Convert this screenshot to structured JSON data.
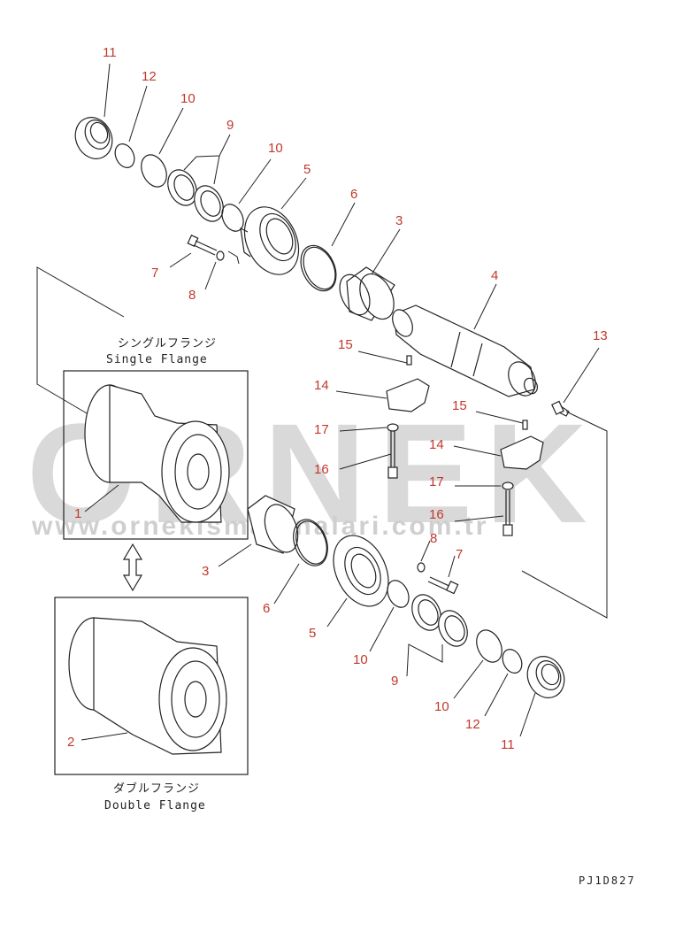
{
  "watermark": {
    "brand": "ORNEK",
    "url": "www.ornekismakinalari.com.tr"
  },
  "insets": {
    "single": {
      "label_jp": "シングルフランジ",
      "label_en": "Single Flange"
    },
    "double": {
      "label_jp": "ダブルフランジ",
      "label_en": "Double Flange"
    }
  },
  "drawing_code": "PJ1D827",
  "callouts": {
    "c11a": "11",
    "c12a": "12",
    "c10a": "10",
    "c9a": "9",
    "c10b": "10",
    "c5a": "5",
    "c6a": "6",
    "c3a": "3",
    "c7a": "7",
    "c8a": "8",
    "c4": "4",
    "c13": "13",
    "c15a": "15",
    "c14a": "14",
    "c17a": "17",
    "c16a": "16",
    "c15b": "15",
    "c14b": "14",
    "c17b": "17",
    "c16b": "16",
    "c1": "1",
    "c3b": "3",
    "c6b": "6",
    "c8b": "8",
    "c7b": "7",
    "c5b": "5",
    "c10c": "10",
    "c9b": "9",
    "c10d": "10",
    "c12b": "12",
    "c11b": "11",
    "c2": "2"
  },
  "colors": {
    "callout": "#c0392b",
    "line": "#222222",
    "watermark": "#d9d9d9"
  }
}
